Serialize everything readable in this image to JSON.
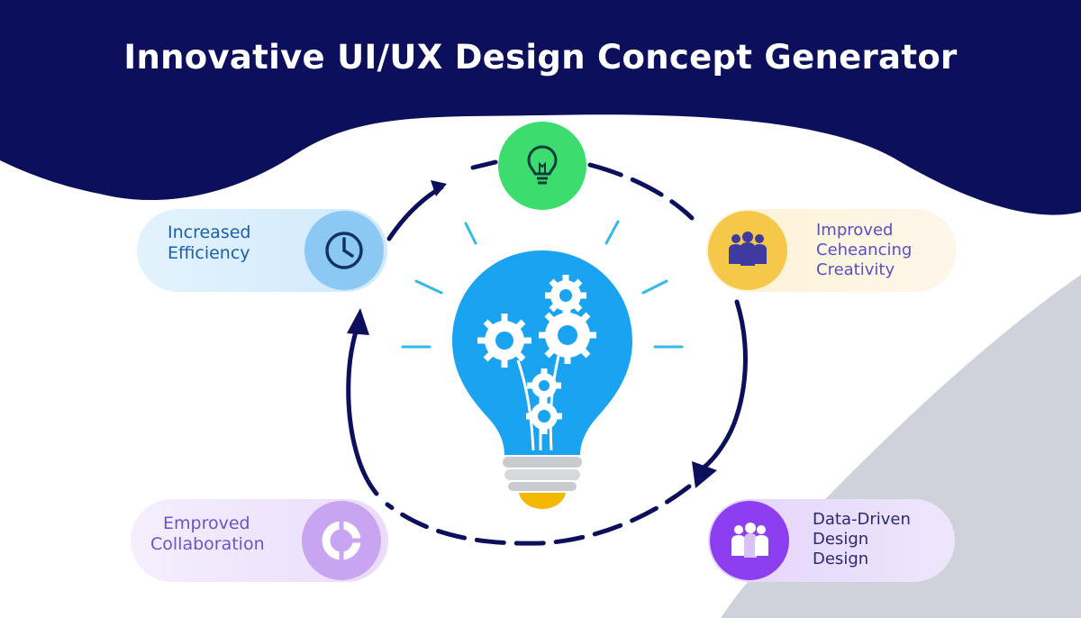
{
  "title": "Innovative UI/UX Design Concept Generator",
  "cards": {
    "efficiency": {
      "lines": [
        "Increased",
        "Efficiency"
      ],
      "icon": "clock-icon",
      "color": "#1d5fa8"
    },
    "creativity": {
      "lines": [
        "Improved",
        "Ceheancing",
        "Creativity"
      ],
      "icon": "team-icon",
      "color": "#5b4fc4"
    },
    "collaboration": {
      "lines": [
        "Emproved",
        "Collaboration"
      ],
      "icon": "pie-chart-icon",
      "color": "#6a55c8"
    },
    "data_driven": {
      "lines": [
        "Data-Driven",
        "Design",
        "Design"
      ],
      "icon": "group-icon",
      "color": "#2a2a6e"
    }
  },
  "top_node": {
    "icon": "lightbulb-icon",
    "color": "#3ddc6e"
  },
  "center": {
    "icon": "lightbulb-gears-icon",
    "bulb_color": "#1aa3f0",
    "base_color": "#c9cbd0",
    "tip_color": "#f5b800"
  },
  "palette": {
    "header": "#0b0f5c",
    "cycle_line": "#0b0f5c",
    "accent_gray": "#cfd2db"
  }
}
